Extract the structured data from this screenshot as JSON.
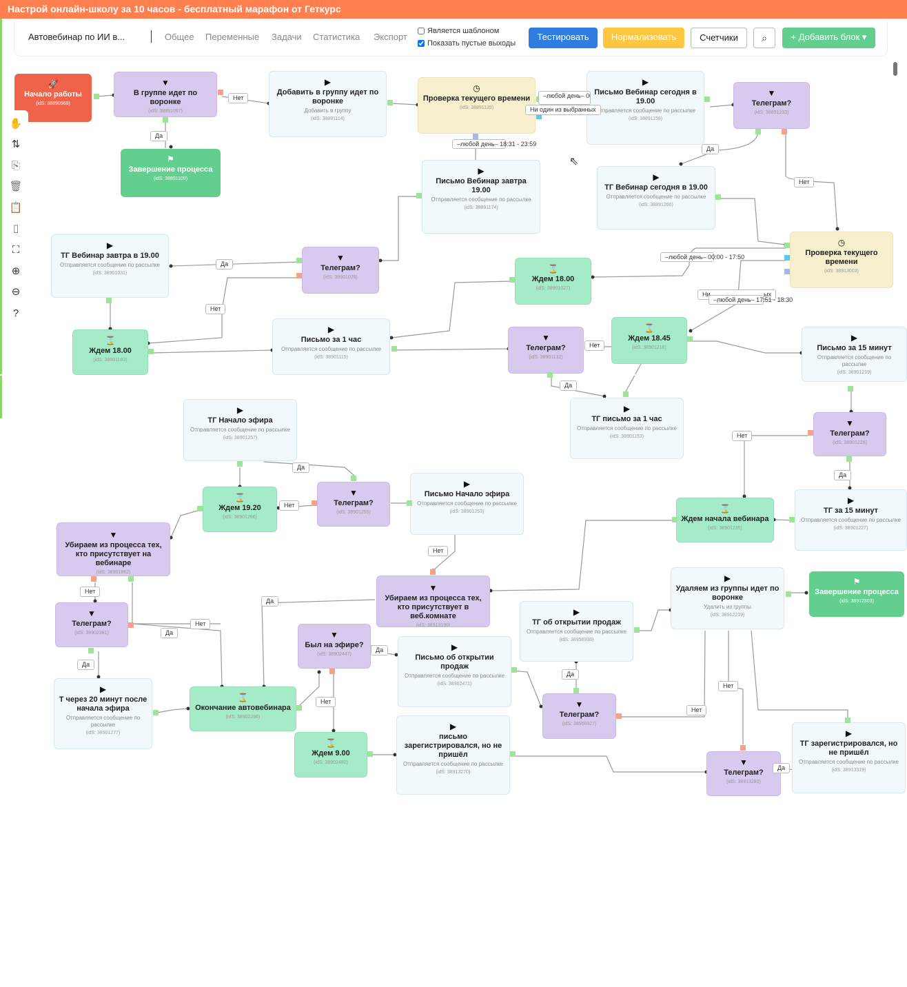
{
  "banner": {
    "title": "Настрой онлайн-школу за 10 часов - бесплатный марафон от Геткурс"
  },
  "toolbar": {
    "process_title": "Автовебинар по ИИ в...",
    "tabs": [
      "Общее",
      "Переменные",
      "Задачи",
      "Статистика",
      "Экспорт"
    ],
    "is_template_label": "Является шаблоном",
    "is_template_checked": false,
    "show_empty_label": "Показать пустые выходы",
    "show_empty_checked": true,
    "test_label": "Тестировать",
    "normalize_label": "Нормализовать",
    "counters_label": "Счетчики",
    "add_block_label": "+ Добавить блок ▾",
    "colors": {
      "test": "#2f7de1",
      "normalize": "#ffc640",
      "add": "#62cf8e",
      "banner": "#ff7f4f"
    }
  },
  "sidetools": [
    "hand-icon",
    "connect-icon",
    "copy-icon",
    "trash-icon",
    "paste-icon",
    "clipboard-icon",
    "fullscreen-icon",
    "zoom-in-icon",
    "zoom-out-icon",
    "help-icon"
  ],
  "nodes": [
    {
      "id": "n1",
      "type": "start",
      "icon": "🚀",
      "title": "Начало работы",
      "sub": "",
      "ids": "(idS: 38890969)"
    },
    {
      "id": "n2",
      "type": "flt",
      "icon": "▼",
      "title": "В группе идет по воронке",
      "sub": "",
      "ids": "(idS: 38891097)"
    },
    {
      "id": "n3",
      "type": "end",
      "icon": "⚑",
      "title": "Завершение процесса",
      "sub": "",
      "ids": "(idS: 38891109)"
    },
    {
      "id": "n4",
      "type": "msg",
      "icon": "▶",
      "title": "Добавить в группу идет по воронке",
      "sub": "Добавить в группу",
      "ids": "(idS: 38891114)"
    },
    {
      "id": "n5",
      "type": "time",
      "icon": "◷",
      "title": "Проверка текущего времени",
      "sub": "",
      "ids": "(idS: 38891135)"
    },
    {
      "id": "n6",
      "type": "msg",
      "icon": "▶",
      "title": "Письмо Вебинар сегодня в 19.00",
      "sub": "Отправляется сообщение по рассылке",
      "ids": "(idS: 38891159)"
    },
    {
      "id": "n7",
      "type": "flt",
      "icon": "▼",
      "title": "Телеграм?",
      "sub": "",
      "ids": "(idS: 38891233)"
    },
    {
      "id": "n8",
      "type": "msg",
      "icon": "▶",
      "title": "Письмо Вебинар завтра 19.00",
      "sub": "Отправляется сообщение по рассылке",
      "ids": "(idS: 38891174)"
    },
    {
      "id": "n9",
      "type": "msg",
      "icon": "▶",
      "title": "ТГ Вебинар сегодня в 19.00",
      "sub": "Отправляется сообщение по рассылке",
      "ids": "(idS: 38891266)"
    },
    {
      "id": "n10",
      "type": "msg",
      "icon": "▶",
      "title": "ТГ Вебинар завтра в 19.00",
      "sub": "Отправляется сообщение по рассылке",
      "ids": "(idS: 38901031)"
    },
    {
      "id": "n11",
      "type": "flt",
      "icon": "▼",
      "title": "Телеграм?",
      "sub": "",
      "ids": "(idS: 38901029)"
    },
    {
      "id": "n12",
      "type": "wait",
      "icon": "⌛",
      "title": "Ждем 18.00",
      "sub": "",
      "ids": "(idS: 38901027)"
    },
    {
      "id": "n13",
      "type": "time",
      "icon": "◷",
      "title": "Проверка текущего времени",
      "sub": "",
      "ids": "(idS: 38913003)"
    },
    {
      "id": "n14",
      "type": "wait",
      "icon": "⌛",
      "title": "Ждем 18.00",
      "sub": "",
      "ids": "(idS: 38901183)"
    },
    {
      "id": "n15",
      "type": "msg",
      "icon": "▶",
      "title": "Письмо за 1 час",
      "sub": "Отправляется сообщение по рассылке",
      "ids": "(idS: 38901115)"
    },
    {
      "id": "n16",
      "type": "flt",
      "icon": "▼",
      "title": "Телеграм?",
      "sub": "",
      "ids": "(idS: 38901132)"
    },
    {
      "id": "n17",
      "type": "wait",
      "icon": "⌛",
      "title": "Ждем 18.45",
      "sub": "",
      "ids": "(idS: 38901216)"
    },
    {
      "id": "n18",
      "type": "msg",
      "icon": "▶",
      "title": "Письмо за 15 минут",
      "sub": "Отправляется сообщение по рассылке",
      "ids": "(idS: 38901219)"
    },
    {
      "id": "n19",
      "type": "msg",
      "icon": "▶",
      "title": "ТГ Начало эфира",
      "sub": "Отправляется сообщение по рассылке",
      "ids": "(idS: 38901257)"
    },
    {
      "id": "n20",
      "type": "msg",
      "icon": "▶",
      "title": "ТГ письмо за 1 час",
      "sub": "Отправляется сообщение по рассылке",
      "ids": "(idS: 38901153)"
    },
    {
      "id": "n21",
      "type": "flt",
      "icon": "▼",
      "title": "Телеграм?",
      "sub": "",
      "ids": "(idS: 38901226)"
    },
    {
      "id": "n22",
      "type": "wait",
      "icon": "⌛",
      "title": "Ждем 19.20",
      "sub": "",
      "ids": "(idS: 38901266)"
    },
    {
      "id": "n23",
      "type": "flt",
      "icon": "▼",
      "title": "Телеграм?",
      "sub": "",
      "ids": "(idS: 38901255)"
    },
    {
      "id": "n24",
      "type": "msg",
      "icon": "▶",
      "title": "Письмо Начало эфира",
      "sub": "Отправляется сообщение по рассылке",
      "ids": "(idS: 38901253)"
    },
    {
      "id": "n25",
      "type": "wait",
      "icon": "⌛",
      "title": "Ждем начала вебинара",
      "sub": "",
      "ids": "(idS: 38901235)"
    },
    {
      "id": "n26",
      "type": "msg",
      "icon": "▶",
      "title": "ТГ за 15 минут",
      "sub": "Отправляется сообщение по рассылке",
      "ids": "(idS: 38901227)"
    },
    {
      "id": "n27",
      "type": "flt",
      "icon": "▼",
      "title": "Убираем из процесса тех, кто присутствует на вебинаре",
      "sub": "",
      "ids": "(idS: 38901862)"
    },
    {
      "id": "n28",
      "type": "flt",
      "icon": "▼",
      "title": "Убираем из процесса тех, кто присутствует в веб.комнате",
      "sub": "",
      "ids": "(idS: 38913199)"
    },
    {
      "id": "n29",
      "type": "msg",
      "icon": "▶",
      "title": "Удаляем из группы идет по воронке",
      "sub": "Удалить из группы",
      "ids": "(idS: 38912219)"
    },
    {
      "id": "n30",
      "type": "end",
      "icon": "⚑",
      "title": "Завершение процесса",
      "sub": "",
      "ids": "(idS: 38912303)"
    },
    {
      "id": "n31",
      "type": "flt",
      "icon": "▼",
      "title": "Телеграм?",
      "sub": "",
      "ids": "(idS: 38902381)"
    },
    {
      "id": "n32",
      "type": "msg",
      "icon": "▶",
      "title": "ТГ об открытии продаж",
      "sub": "Отправляется сообщение по рассылке",
      "ids": "(idS: 38956938)"
    },
    {
      "id": "n33",
      "type": "flt",
      "icon": "▼",
      "title": "Был на эфире?",
      "sub": "",
      "ids": "(idS: 38902447)"
    },
    {
      "id": "n34",
      "type": "msg",
      "icon": "▶",
      "title": "Письмо об открытии продаж",
      "sub": "Отправляется сообщение по рассылке",
      "ids": "(idS: 38902471)"
    },
    {
      "id": "n35",
      "type": "msg",
      "icon": "▶",
      "title": "Т через 20 минут после начала эфира",
      "sub": "Отправляется сообщение по рассылке",
      "ids": "(idS: 38901277)"
    },
    {
      "id": "n36",
      "type": "wait",
      "icon": "⌛",
      "title": "Окончание автовебинара",
      "sub": "",
      "ids": "(idS: 38902296)"
    },
    {
      "id": "n37",
      "type": "flt",
      "icon": "▼",
      "title": "Телеграм?",
      "sub": "",
      "ids": "(idS: 38956927)"
    },
    {
      "id": "n38",
      "type": "wait",
      "icon": "⌛",
      "title": "Ждем 9.00",
      "sub": "",
      "ids": "(idS: 38902480)"
    },
    {
      "id": "n39",
      "type": "msg",
      "icon": "▶",
      "title": "письмо зарегистрировался, но не пришёл",
      "sub": "Отправляется сообщение по рассылке",
      "ids": "(idS: 38913270)"
    },
    {
      "id": "n40",
      "type": "flt",
      "icon": "▼",
      "title": "Телеграм?",
      "sub": "",
      "ids": "(idS: 38913280)"
    },
    {
      "id": "n41",
      "type": "msg",
      "icon": "▶",
      "title": "ТГ зарегистрировался, но не пришёл",
      "sub": "Отправляется сообщение по рассылке",
      "ids": "(idS: 38913319)"
    }
  ],
  "labels": {
    "yes": "Да",
    "no": "Нет",
    "any_day_0000_1830": "–любой день– 00:00 - 18:30",
    "none_selected": "Ни один из выбранных",
    "any_day_1831_2359": "–любой день– 18:31 - 23:59",
    "any_day_0000_1750": "–любой день– 00:00 - 17:50",
    "any_day_1751_1830": "–любой день– 17:51 - 18:30",
    "none_selected_trunc": "Ни",
    "trunc_tail": "ых"
  }
}
